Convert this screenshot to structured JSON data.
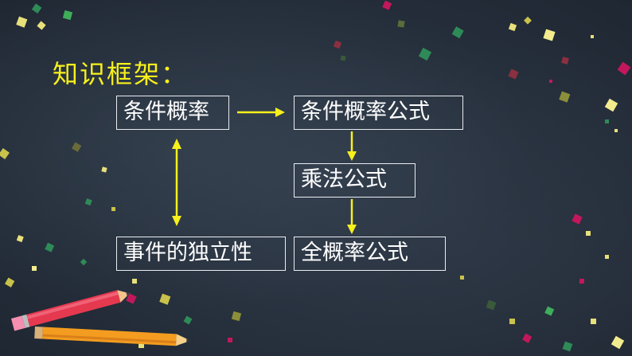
{
  "title": "知识框架：",
  "nodes": {
    "conditional_probability": "条件概率",
    "conditional_probability_formula": "条件概率公式",
    "multiplication_formula": "乘法公式",
    "independence_of_events": "事件的独立性",
    "total_probability_formula": "全概率公式"
  },
  "colors": {
    "title": "#f7f01c",
    "arrow": "#f7f01c",
    "box_border": "#e9edf2",
    "background": "#27313f"
  }
}
